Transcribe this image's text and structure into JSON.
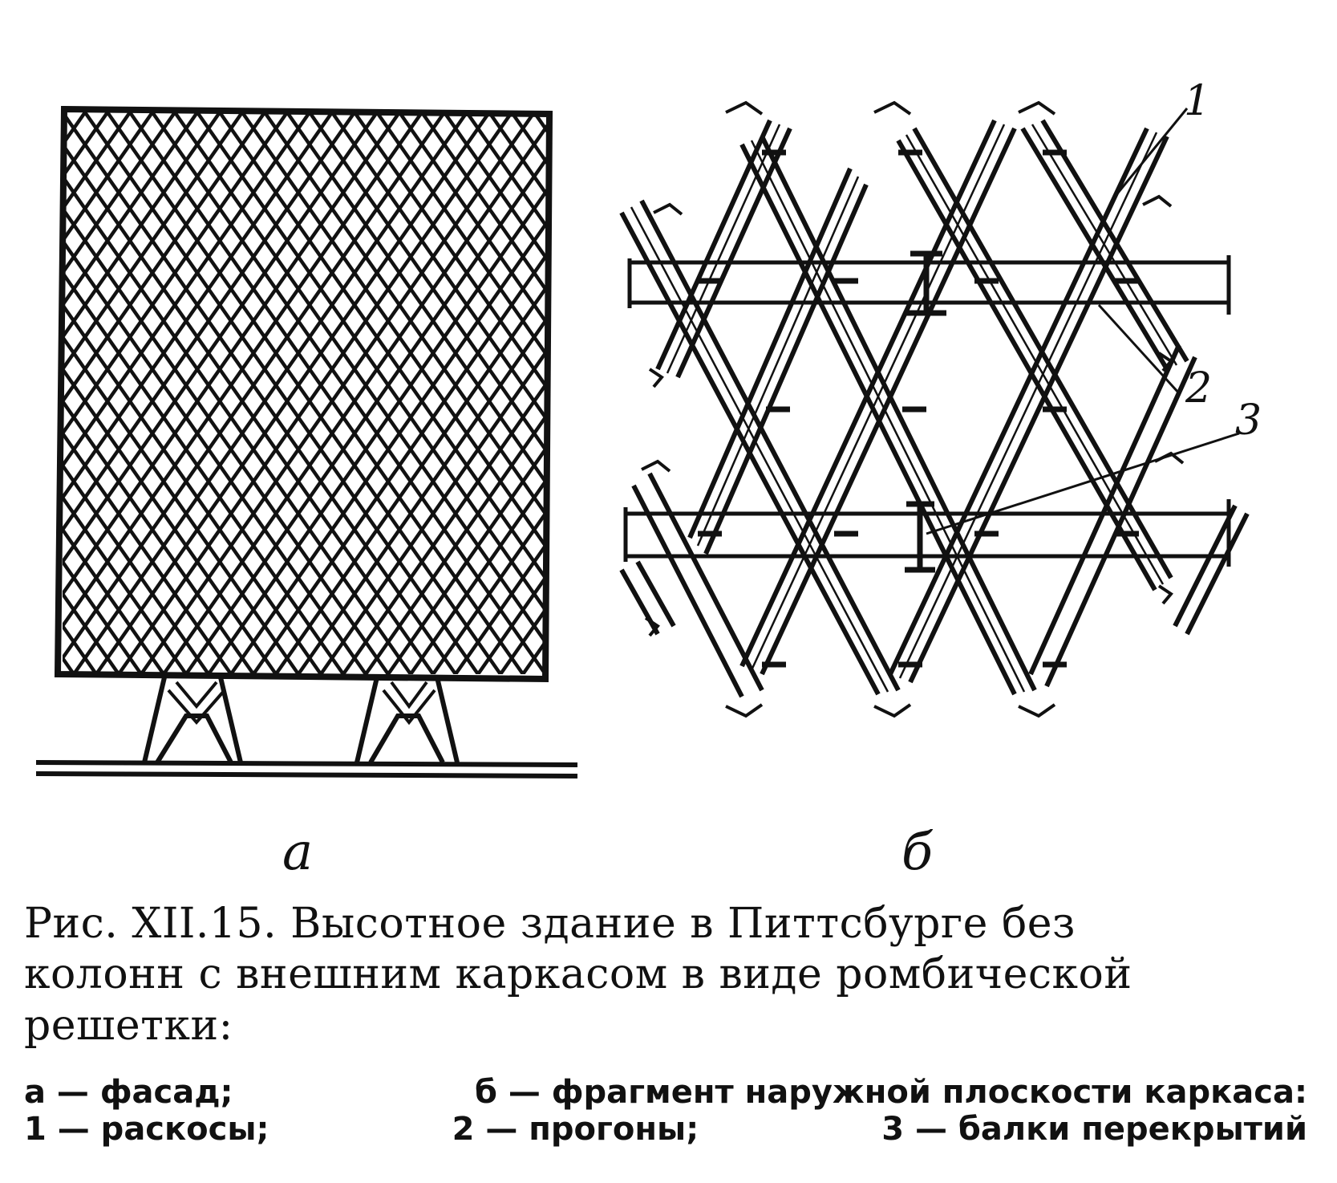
{
  "figure": {
    "panel_labels": [
      "а",
      "б"
    ],
    "callouts": [
      "1",
      "2",
      "3"
    ]
  },
  "caption": {
    "title_lines": [
      "Рис. XII.15. Высотное здание в Питтсбурге без",
      "колонн с внешним каркасом в виде ромбической",
      "решетки:"
    ],
    "legend_line_1": [
      "а — фасад;",
      "б — фрагмент наружной плоскости каркаса:"
    ],
    "legend_line_2": [
      "1 — раскосы;",
      "2 — прогоны;",
      "3 — балки перекрытий"
    ]
  }
}
